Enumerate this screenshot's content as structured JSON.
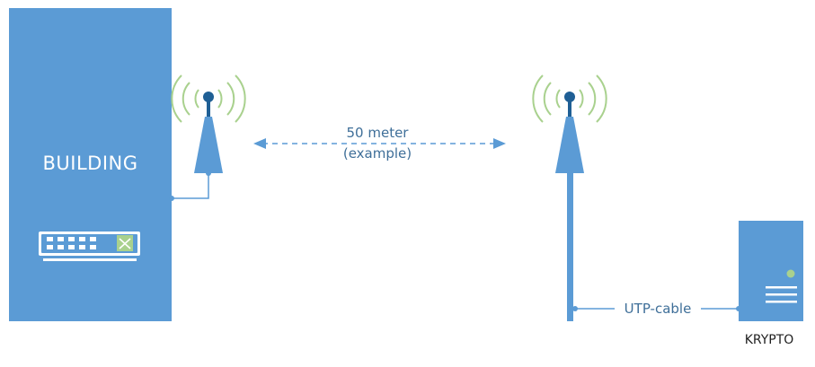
{
  "building": {
    "label": "BUILDING"
  },
  "distance": {
    "line1": "50 meter",
    "line2": "(example)"
  },
  "cable": {
    "label": "UTP-cable"
  },
  "server": {
    "label": "KRYPTO"
  },
  "colors": {
    "building_fill": "#5b9bd5",
    "antenna_fill": "#5b9bd5",
    "antenna_tip": "#1f5f95",
    "signal_waves": "#a9d18e",
    "link_line": "#5b9bd5",
    "text": "#3f6f99",
    "switch_port": "#5b9bd5",
    "switch_uplink": "#a9d18e",
    "server_led": "#a9d18e"
  },
  "icons": {
    "building": "building-block",
    "switch": "network-switch-icon",
    "antenna": "antenna-icon",
    "server": "server-icon"
  }
}
